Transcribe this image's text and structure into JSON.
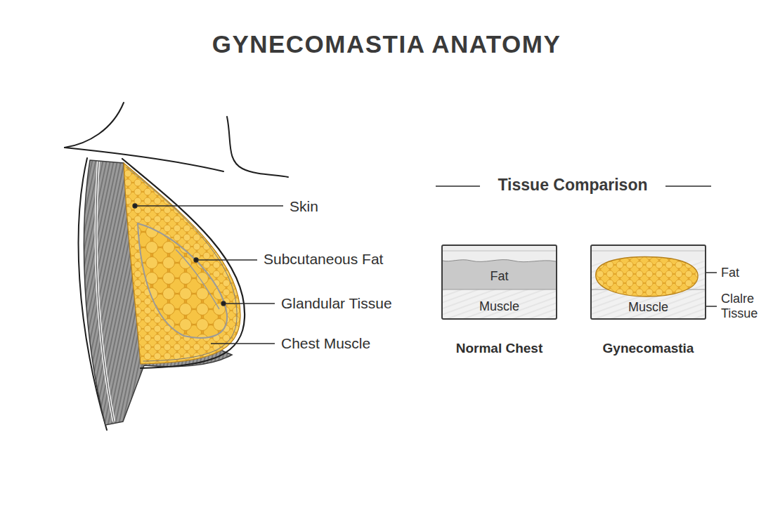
{
  "diagram": {
    "title": "GYNECOMASTIA ANATOMY",
    "nodes": [
      {
        "text": [
          "Fat",
          "Muscle",
          "Normal Chest"
        ]
      },
      {
        "text": [
          "Muscle",
          "Gynecomastia"
        ]
      }
    ],
    "labels": [
      "Skin",
      "Subcutaneous Fat",
      "Glandular Tissue",
      "Chest Muscle",
      "Tissue Comparison",
      "Fat",
      "Clalre Tissue"
    ]
  }
}
